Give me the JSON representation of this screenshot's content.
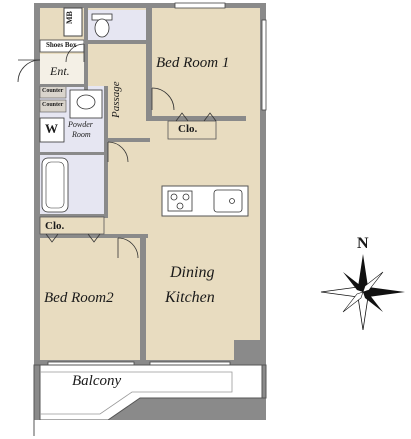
{
  "rooms": {
    "bed1": "Bed Room 1",
    "bed2": "Bed Room2",
    "dining_line1": "Dining",
    "dining_line2": "Kitchen",
    "balcony": "Balcony",
    "passage": "Passage",
    "powder_line1": "Powder",
    "powder_line2": "Room",
    "ent": "Ent.",
    "clo1": "Clo.",
    "clo2": "Clo.",
    "mb": "MB",
    "shoes_box": "Shoes Box",
    "counter1": "Counter",
    "counter2": "Counter",
    "washer": "W"
  },
  "compass": {
    "north_label": "N"
  },
  "colors": {
    "wall": "#8a8a8a",
    "floor": "#e8dcc0",
    "wet": "#e6e6f2",
    "counter": "#d9d4cc"
  }
}
